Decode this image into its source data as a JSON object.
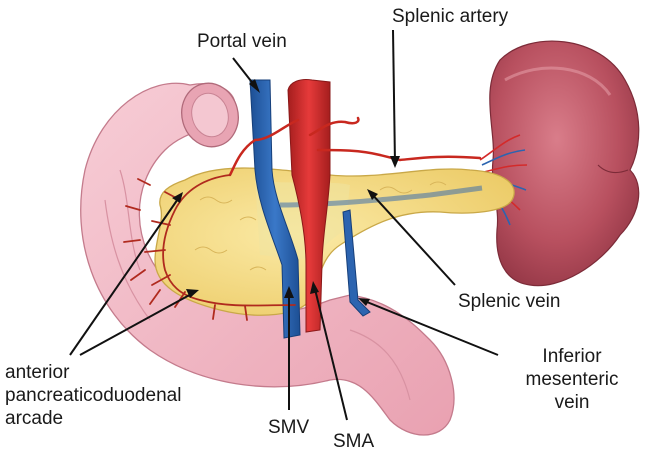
{
  "labels": {
    "portal_vein": "Portal vein",
    "splenic_artery": "Splenic artery",
    "splenic_vein": "Splenic vein",
    "inferior_mesenteric_vein": [
      "Inferior",
      "mesenteric",
      "vein"
    ],
    "smv": "SMV",
    "sma": "SMA",
    "arcade": [
      "anterior",
      "pancreaticoduodenal",
      "arcade"
    ]
  },
  "colors": {
    "duodenum": "#f2b8c4",
    "duodenum_shade": "#d98a9c",
    "pancreas": "#f6e08a",
    "pancreas_edge": "#c9a848",
    "spleen": "#b8505f",
    "spleen_light": "#d57683",
    "vein": "#2c64b0",
    "artery": "#d42a2a",
    "arcade_vessel": "#b02a1e",
    "leader": "#111111"
  }
}
